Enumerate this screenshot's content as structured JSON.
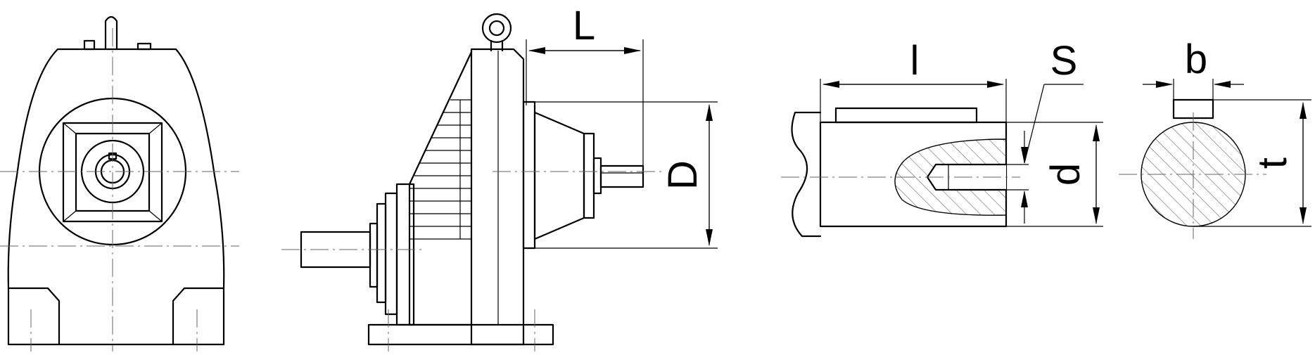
{
  "labels": {
    "L": "L",
    "D": "D",
    "l": "l",
    "S": "S",
    "d": "d",
    "b": "b",
    "t": "t"
  }
}
